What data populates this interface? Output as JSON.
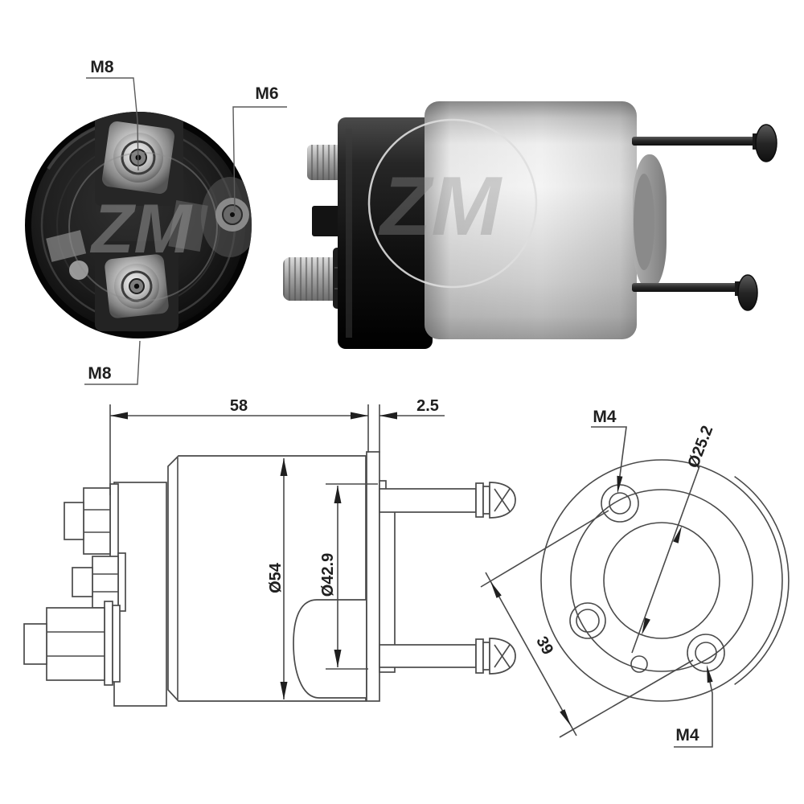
{
  "watermark": {
    "text": "ZM"
  },
  "rear_view": {
    "label_top_terminal": "M8",
    "label_side_terminal": "M6",
    "label_bottom_terminal": "M8"
  },
  "side_drawing": {
    "dim_overall_length": "58",
    "dim_flange_thickness": "2.5",
    "dim_body_diameter": "Ø54",
    "dim_front_diameter": "Ø42.9"
  },
  "flange_view": {
    "dim_top_hole_thread": "M4",
    "dim_bottom_hole_thread": "M4",
    "dim_center_bore_diameter": "Ø25.2",
    "dim_hole_spacing": "39"
  },
  "colors": {
    "background": "#ffffff",
    "drawing_line": "#4a4a4a",
    "label_text": "#1f1f1f",
    "photo_body": "#d9d9d9",
    "photo_cap": "#141414"
  }
}
